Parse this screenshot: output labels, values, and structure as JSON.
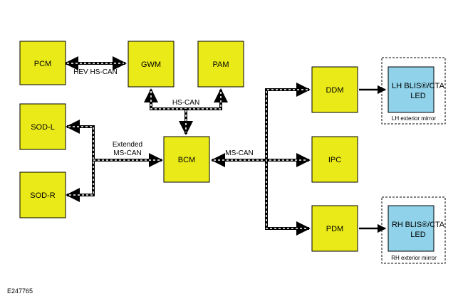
{
  "colors": {
    "module_fill": "#eaea19",
    "led_fill": "#8fd2ea",
    "stroke": "#000000",
    "dash": "#ffffff"
  },
  "modules": {
    "pcm": "PCM",
    "gwm": "GWM",
    "pam": "PAM",
    "sod_l": "SOD-L",
    "sod_r": "SOD-R",
    "bcm": "BCM",
    "ddm": "DDM",
    "ipc": "IPC",
    "pdm": "PDM"
  },
  "leds": {
    "lh_line1": "LH BLIS®/CTA",
    "lh_line2": "LED",
    "rh_line1": "RH BLIS®/CTA",
    "rh_line2": "LED"
  },
  "mirrors": {
    "lh": "LH exterior mirror",
    "rh": "RH exterior mirror"
  },
  "buses": {
    "hev_hs_can": "HEV HS-CAN",
    "hs_can": "HS-CAN",
    "extended_line1": "Extended",
    "extended_line2": "MS-CAN",
    "ms_can": "MS-CAN"
  },
  "figure_id": "E247765"
}
